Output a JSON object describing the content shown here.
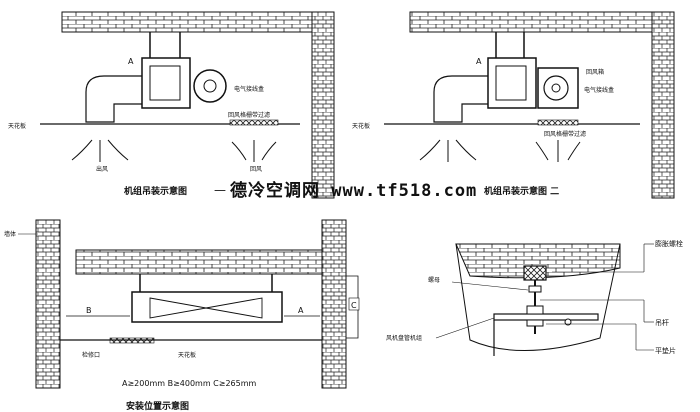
{
  "top_left": {
    "label_a": "A",
    "label_junction_box": "电气接线盒",
    "label_ceiling": "天花板",
    "label_return_filter": "回风格栅带过滤",
    "label_supply": "出风",
    "label_return": "回风"
  },
  "top_right": {
    "label_a": "A",
    "label_return_air": "回风箱",
    "label_junction_box": "电气接线盒",
    "label_ceiling": "天花板",
    "label_return_filter": "回风格栅带过滤"
  },
  "captions": {
    "hanging_1": "机组吊装示意图",
    "dash": "—",
    "watermark": "德冷空调网 www.tf518.com",
    "hanging_2": "机组吊装示意图 二",
    "install_position": "安装位置示意图"
  },
  "bottom_left": {
    "label_wall": "墙体",
    "label_b": "B",
    "label_a": "A",
    "label_c": "C",
    "label_access": "检修口",
    "label_ceiling": "天花板",
    "dimensions": "A≥200mm  B≥400mm  C≥265mm"
  },
  "bottom_right": {
    "label_expansion_bolt": "膨胀螺栓",
    "label_nut": "螺母",
    "label_rod": "吊杆",
    "label_bracket": "风机盘管机组",
    "label_washer": "平垫片"
  }
}
